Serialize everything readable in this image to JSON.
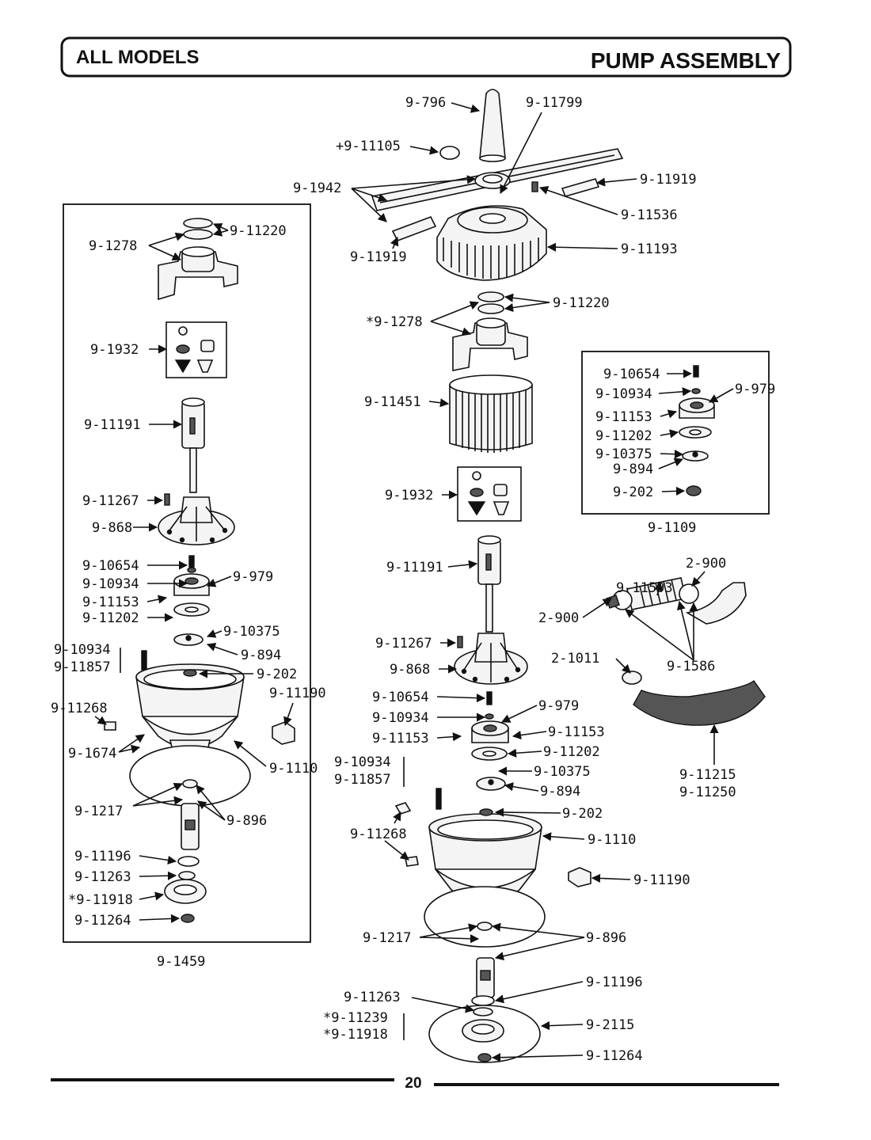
{
  "header": {
    "left_title": "ALL MODELS",
    "right_title": "PUMP ASSEMBLY"
  },
  "page_number": "20",
  "center": {
    "l_796": "9-796",
    "l_11799": "9-11799",
    "l_11105": "+9-11105",
    "l_1942": "9-1942",
    "l_11919_r": "9-11919",
    "l_11536": "9-11536",
    "l_11919_l": "9-11919",
    "l_11193": "9-11193",
    "l_11220": "9-11220",
    "l_1278": "*9-1278",
    "l_11451": "9-11451",
    "l_1932": "9-1932",
    "l_11191": "9-11191",
    "l_11267": "9-11267",
    "l_868": "9-868",
    "l_10654": "9-10654",
    "l_10934": "9-10934",
    "l_11153_l": "9-11153",
    "l_979": "9-979",
    "l_11153_r": "9-11153",
    "l_11202": "9-11202",
    "l_10934b": "9-10934",
    "l_11857": "9-11857",
    "l_10375": "9-10375",
    "l_894": "9-894",
    "l_202": "9-202",
    "l_11268": "9-11268",
    "l_1110": "9-1110",
    "l_11190": "9-11190",
    "l_1217": "9-1217",
    "l_896": "9-896",
    "l_11196": "9-11196",
    "l_11263": "9-11263",
    "l_11239": "*9-11239",
    "l_11918": "*9-11918",
    "l_2115": "9-2115",
    "l_11264": "9-11264"
  },
  "left_panel": {
    "caption": "9-1459",
    "l_1278": "9-1278",
    "l_11220": "9-11220",
    "l_1932": "9-1932",
    "l_11191": "9-11191",
    "l_11267": "9-11267",
    "l_868": "9-868",
    "l_10654": "9-10654",
    "l_979": "9-979",
    "l_10934": "9-10934",
    "l_11153": "9-11153",
    "l_11202": "9-11202",
    "l_10375": "9-10375",
    "l_10934b": "9-10934",
    "l_11857": "9-11857",
    "l_894": "9-894",
    "l_202": "9-202",
    "l_11190": "9-11190",
    "l_11268": "9-11268",
    "l_1674": "9-1674",
    "l_1110": "9-1110",
    "l_1217": "9-1217",
    "l_896": "9-896",
    "l_11196": "9-11196",
    "l_11263": "9-11263",
    "l_11918": "*9-11918",
    "l_11264": "9-11264"
  },
  "right_panel": {
    "caption": "9-1109",
    "l_10654": "9-10654",
    "l_10934": "9-10934",
    "l_979": "9-979",
    "l_11153": "9-11153",
    "l_11202": "9-11202",
    "l_10375": "9-10375",
    "l_894": "9-894",
    "l_202": "9-202"
  },
  "hose": {
    "l_2900_top": "2-900",
    "l_11593": "9-11593",
    "l_2900_left": "2-900",
    "l_2011": "2-1011",
    "l_1586": "9-1586",
    "l_11215": "9-11215",
    "l_11250": "9-11250"
  }
}
